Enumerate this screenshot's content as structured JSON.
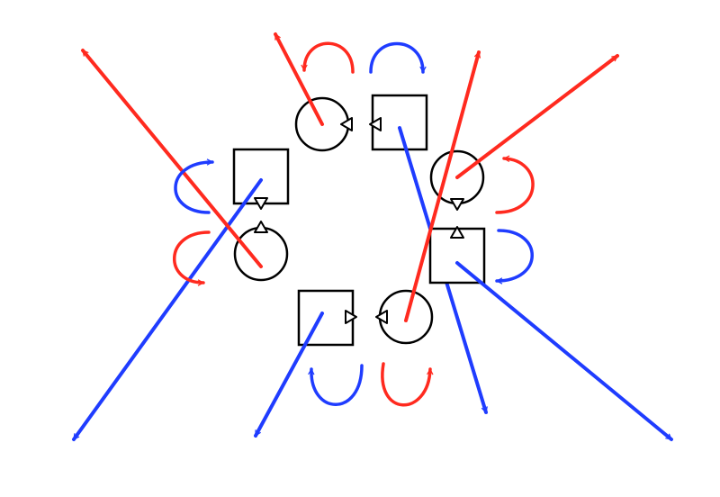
{
  "colors": {
    "red": "#ff2a1f",
    "blue": "#1f3cff",
    "outline": "#000000",
    "background": "#ffffff"
  },
  "groups": [
    {
      "id": "top",
      "shapes": [
        "circle",
        "square"
      ],
      "straight_arrows": [
        "red",
        "blue"
      ],
      "curved_arrows": [
        "red",
        "blue"
      ]
    },
    {
      "id": "left",
      "shapes": [
        "square",
        "circle"
      ],
      "straight_arrows": [
        "blue",
        "red"
      ],
      "curved_arrows": [
        "blue",
        "red"
      ]
    },
    {
      "id": "right",
      "shapes": [
        "circle",
        "square"
      ],
      "straight_arrows": [
        "red",
        "blue"
      ],
      "curved_arrows": [
        "red",
        "blue"
      ]
    },
    {
      "id": "bottom",
      "shapes": [
        "square",
        "circle"
      ],
      "straight_arrows": [
        "blue",
        "red"
      ],
      "curved_arrows": [
        "blue",
        "red"
      ]
    }
  ]
}
